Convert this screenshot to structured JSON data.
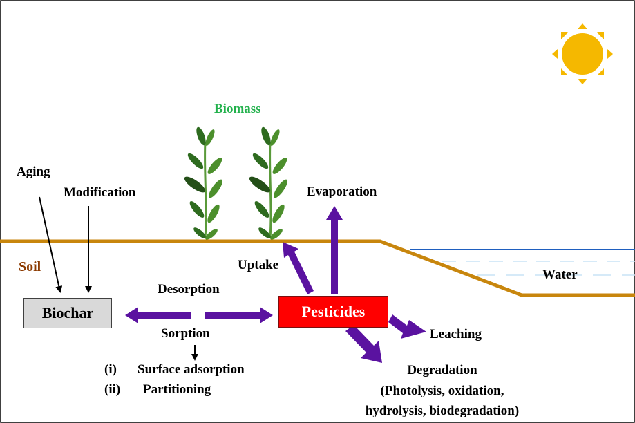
{
  "labels": {
    "biomass": "Biomass",
    "aging": "Aging",
    "modification": "Modification",
    "evaporation": "Evaporation",
    "soil": "Soil",
    "uptake": "Uptake",
    "water": "Water",
    "desorption": "Desorption",
    "biochar": "Biochar",
    "pesticides": "Pesticides",
    "sorption": "Sorption",
    "leaching": "Leaching",
    "sorption_item_1_num": "(i)",
    "sorption_item_1_text": "Surface adsorption",
    "sorption_item_2_num": "(ii)",
    "sorption_item_2_text": "Partitioning",
    "degradation_line1": "Degradation",
    "degradation_line2": "(Photolysis, oxidation,",
    "degradation_line3": "hydrolysis, biodegradation)"
  },
  "colors": {
    "soil_line": "#c8860d",
    "arrow_purple": "#6a0dad",
    "water_line": "#1f5fbf",
    "biomass_text": "#22b14c",
    "soil_text": "#8b3a00",
    "sun": "#f5b800",
    "plant": "#3c8a2e"
  },
  "icons": {
    "sun": "sun-icon",
    "plant": "plant-icon"
  }
}
